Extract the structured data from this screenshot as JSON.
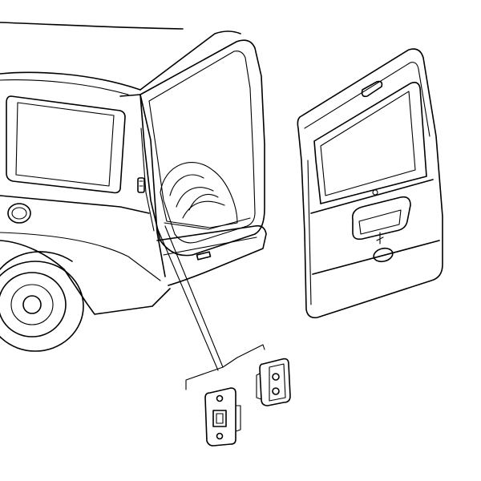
{
  "figure": {
    "style": "exploded parts diagram, line art",
    "stroke_color": "#000000",
    "background_color": "#ffffff"
  },
  "parts": [
    {
      "id": "van-body",
      "icon": "van-rear-icon"
    },
    {
      "id": "tailgate",
      "icon": "tailgate-door-icon"
    },
    {
      "id": "striker-plate",
      "icon": "striker-plate-icon"
    },
    {
      "id": "bumper-stop",
      "icon": "rubber-bumper-icon"
    }
  ]
}
